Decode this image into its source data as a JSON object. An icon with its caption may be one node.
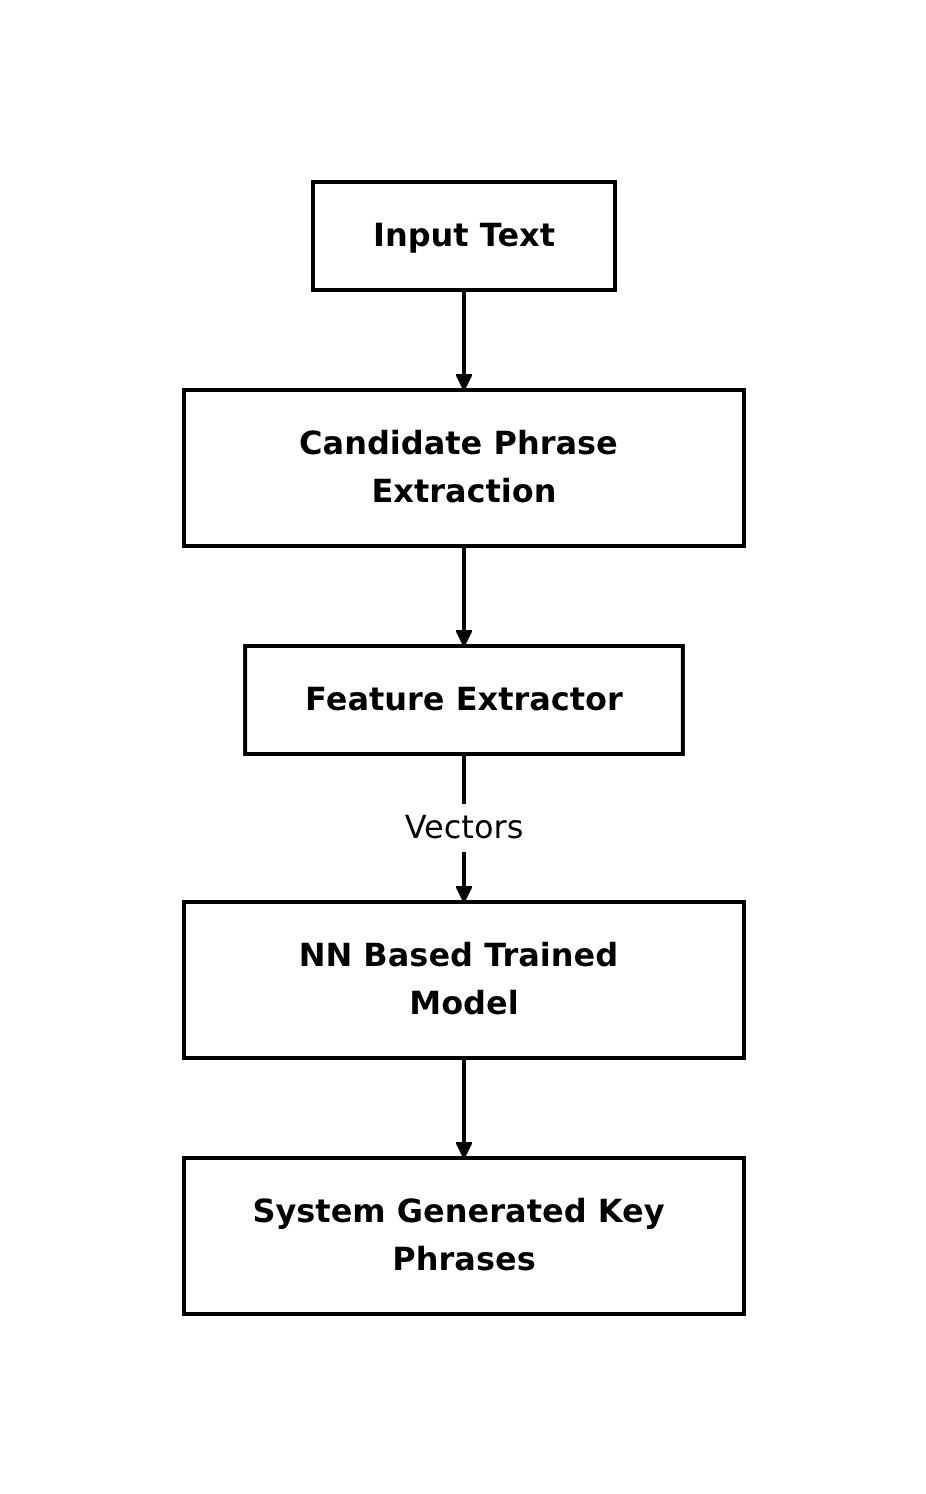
{
  "diagram": {
    "nodes": [
      {
        "text": [
          "Input Text"
        ]
      },
      {
        "text": [
          "Candidate Phrase Extraction"
        ]
      },
      {
        "text": [
          "Feature Extractor"
        ]
      },
      {
        "text": [
          "NN Based Trained Model"
        ]
      },
      {
        "text": [
          "System Generated Key Phrases"
        ]
      }
    ],
    "edges": [
      {
        "from": 0,
        "to": 1,
        "arrow": "to"
      },
      {
        "from": 1,
        "to": 2,
        "arrow": "to"
      },
      {
        "from": 2,
        "to": 3,
        "arrow": "to",
        "label": "Vectors"
      },
      {
        "from": 3,
        "to": 4,
        "arrow": "to"
      }
    ]
  }
}
